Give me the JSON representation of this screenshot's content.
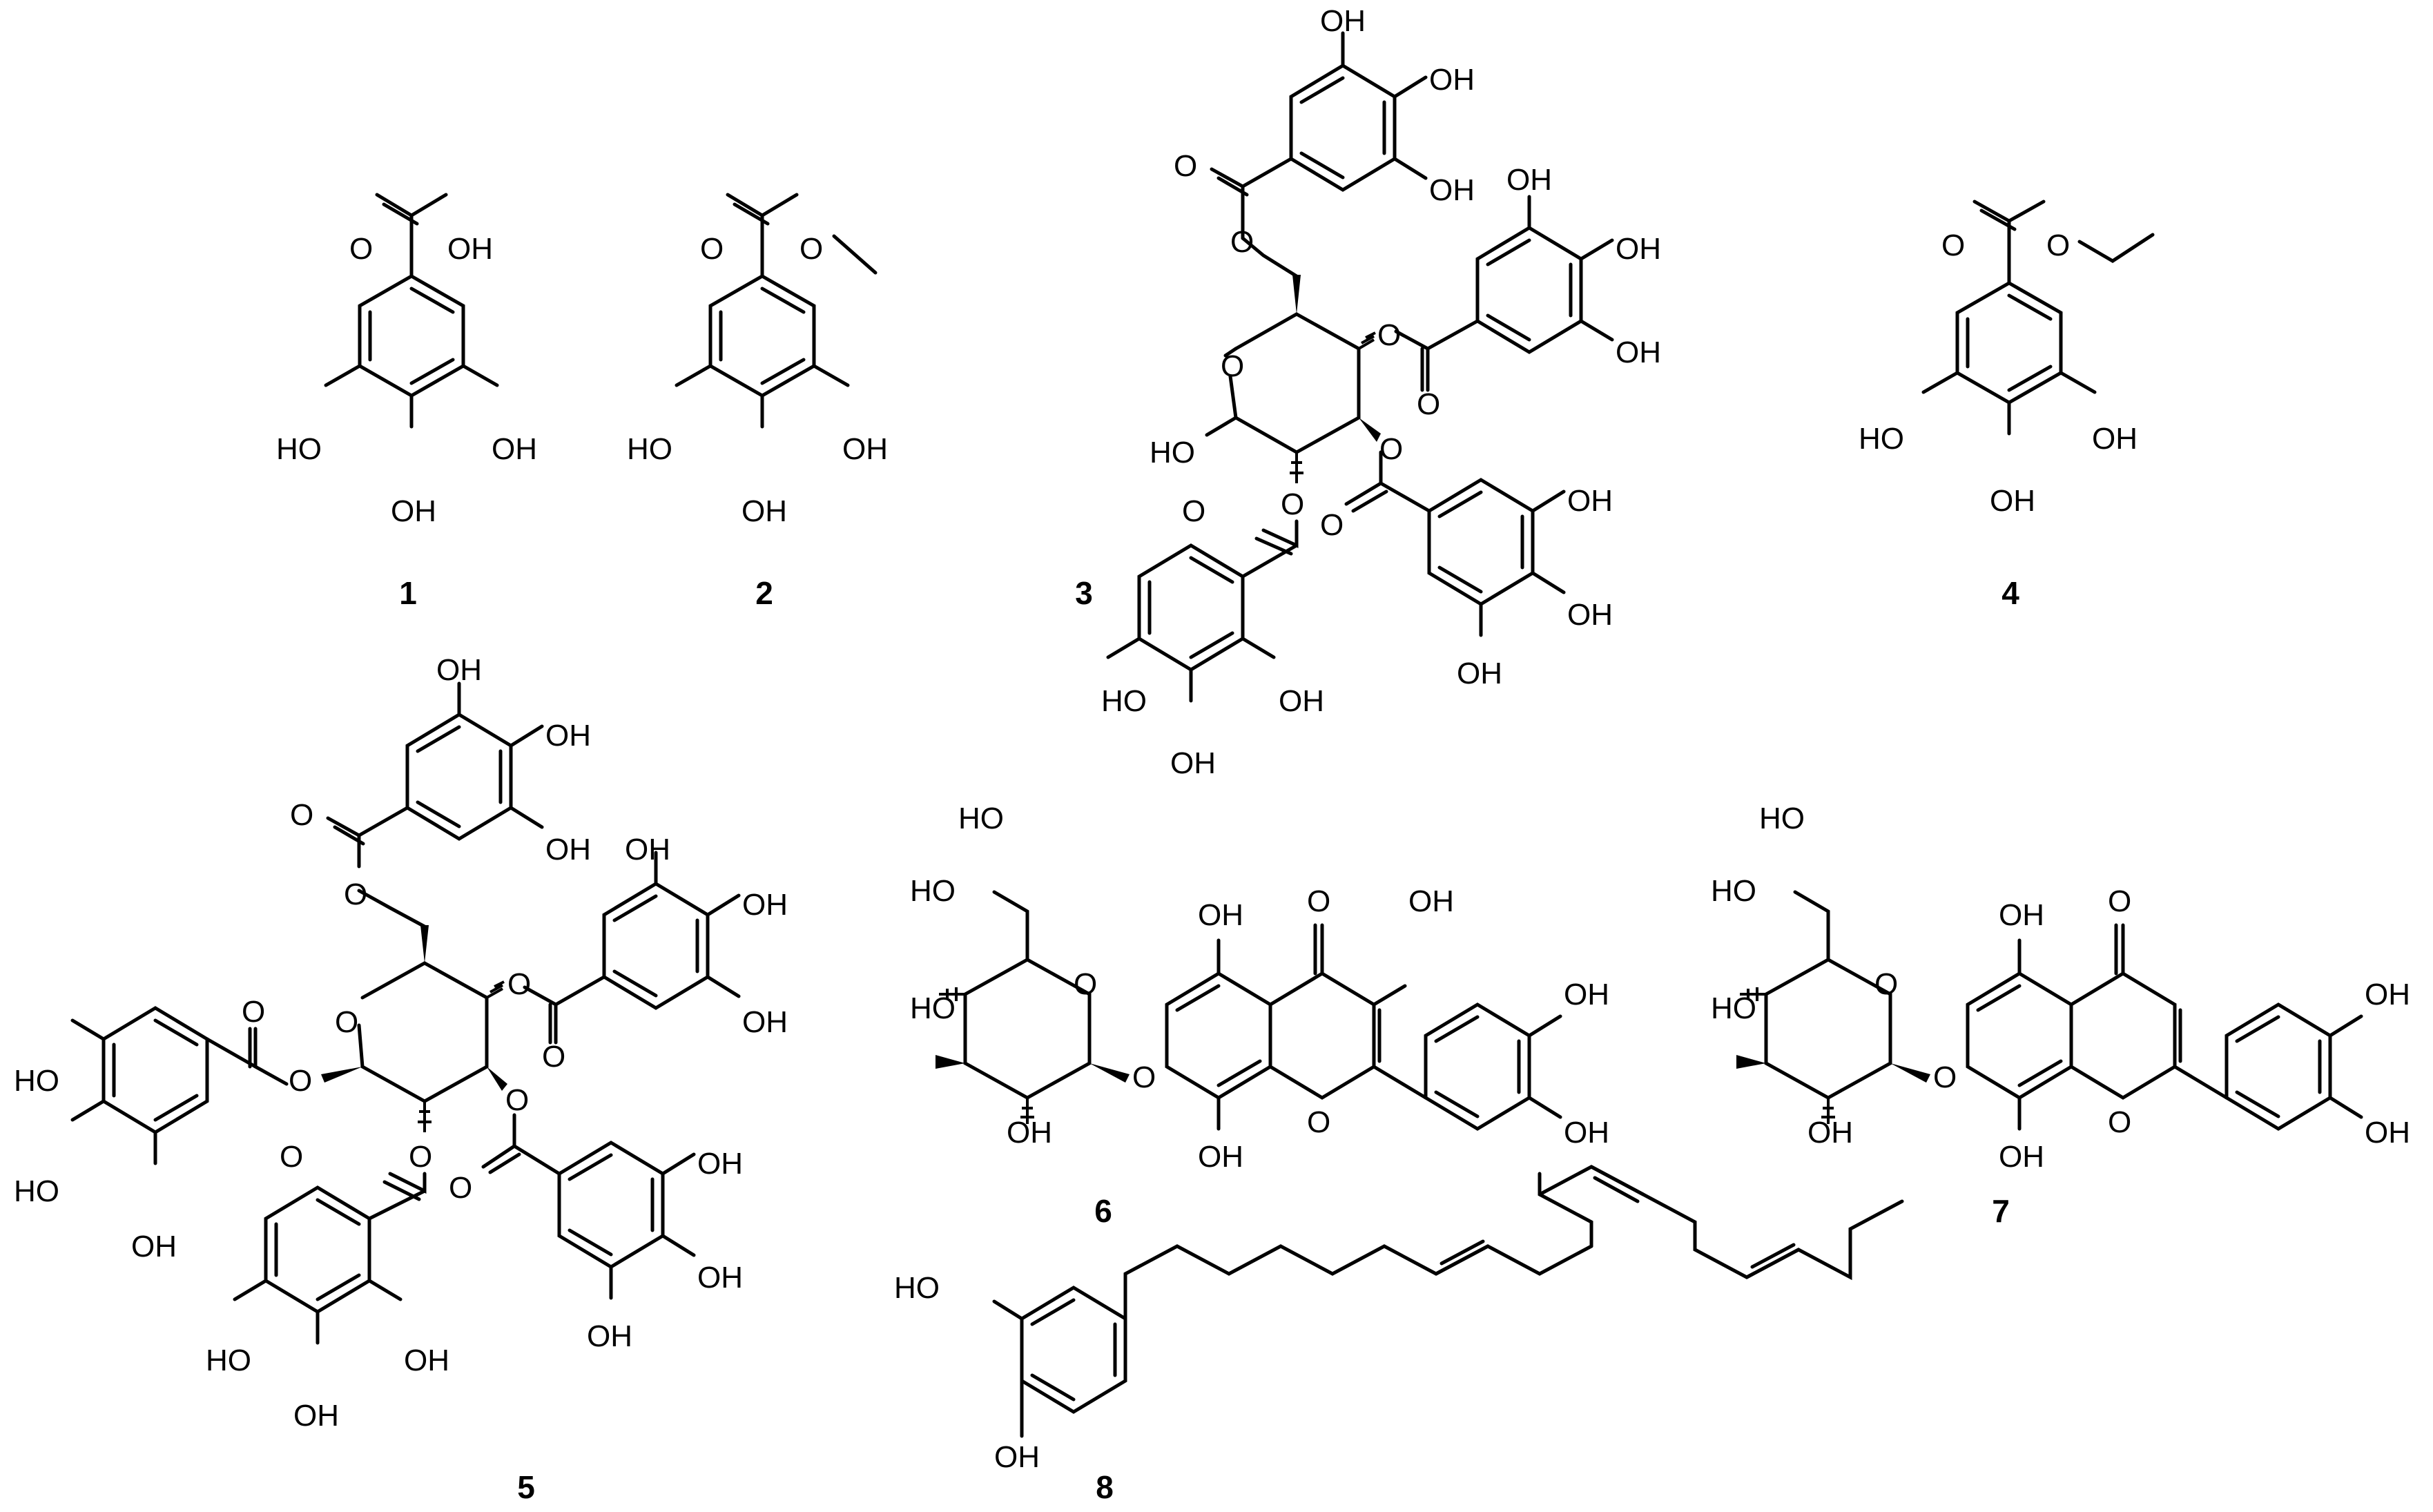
{
  "compounds": [
    {
      "id": "1"
    },
    {
      "id": "2"
    },
    {
      "id": "3"
    },
    {
      "id": "4"
    },
    {
      "id": "5"
    },
    {
      "id": "6"
    },
    {
      "id": "7"
    },
    {
      "id": "8"
    }
  ],
  "labels": {
    "OH": "OH",
    "HO": "HO",
    "O": "O"
  }
}
